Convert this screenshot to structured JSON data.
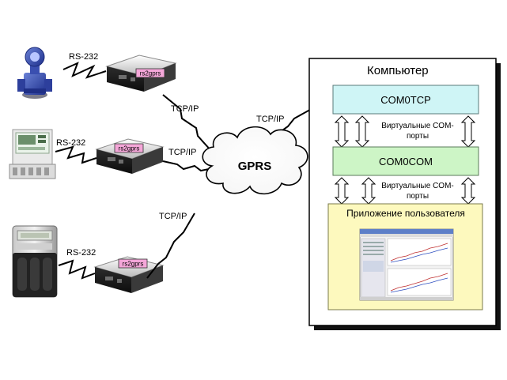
{
  "labels": {
    "rs232_1": "RS-232",
    "rs232_2": "RS-232",
    "rs232_3": "RS-232",
    "device_tag_1": "rs2gprs",
    "device_tag_2": "rs2gprs",
    "device_tag_3": "rs2gprs",
    "tcpip_1": "TCP/IP",
    "tcpip_2": "TCP/IP",
    "tcpip_3": "TCP/IP",
    "tcpip_4": "TCP/IP",
    "cloud": "GPRS"
  },
  "computer": {
    "title": "Компьютер",
    "com0tcp": "COM0TCP",
    "com0com": "COM0COM",
    "virtual_ports_1_line1": "Виртуальные COM-",
    "virtual_ports_1_line2": "порты",
    "virtual_ports_2_line1": "Виртуальные COM-",
    "virtual_ports_2_line2": "порты",
    "app_title": "Приложение пользователя"
  },
  "colors": {
    "com0tcp_fill": "#cff5f6",
    "com0com_fill": "#cdf5c6",
    "app_fill": "#fdf9be",
    "device_tag": "#f4a6d8",
    "shadow": "#111111"
  }
}
